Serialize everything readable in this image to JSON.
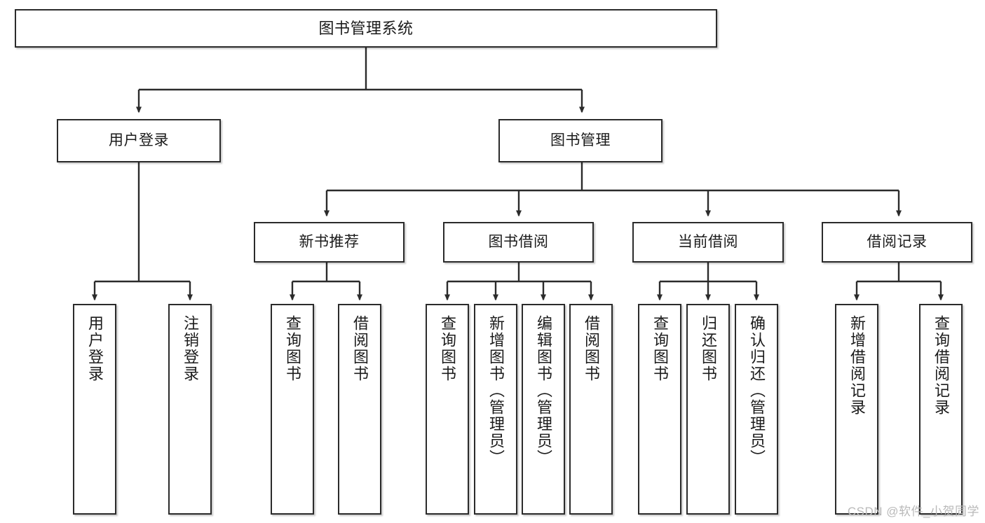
{
  "diagram": {
    "title": "图书管理系统",
    "type": "tree-hierarchy-diagram",
    "colors": {
      "border": "#2b2b2b",
      "background": "#ffffff",
      "text": "#1b1b1b",
      "watermark": "#b9b9b9"
    },
    "nodes": {
      "root": {
        "label": "图书管理系统"
      },
      "level2": [
        {
          "label": "用户登录"
        },
        {
          "label": "图书管理"
        }
      ],
      "level3": [
        {
          "label": "新书推荐"
        },
        {
          "label": "图书借阅"
        },
        {
          "label": "当前借阅"
        },
        {
          "label": "借阅记录"
        }
      ],
      "leaves": {
        "user_login": [
          {
            "label": "用户登录"
          },
          {
            "label": "注销登录"
          }
        ],
        "new_book_recommend": [
          {
            "label": "查询图书"
          },
          {
            "label": "借阅图书"
          }
        ],
        "book_borrow": [
          {
            "label": "查询图书"
          },
          {
            "label": "新增图书（管理员）"
          },
          {
            "label": "编辑图书（管理员）"
          },
          {
            "label": "借阅图书"
          }
        ],
        "current_borrow": [
          {
            "label": "查询图书"
          },
          {
            "label": "归还图书"
          },
          {
            "label": "确认归还（管理员）"
          }
        ],
        "borrow_record": [
          {
            "label": "新增借阅记录"
          },
          {
            "label": "查询借阅记录"
          }
        ]
      }
    },
    "watermark": "CSDN @软件_小贺同学"
  }
}
